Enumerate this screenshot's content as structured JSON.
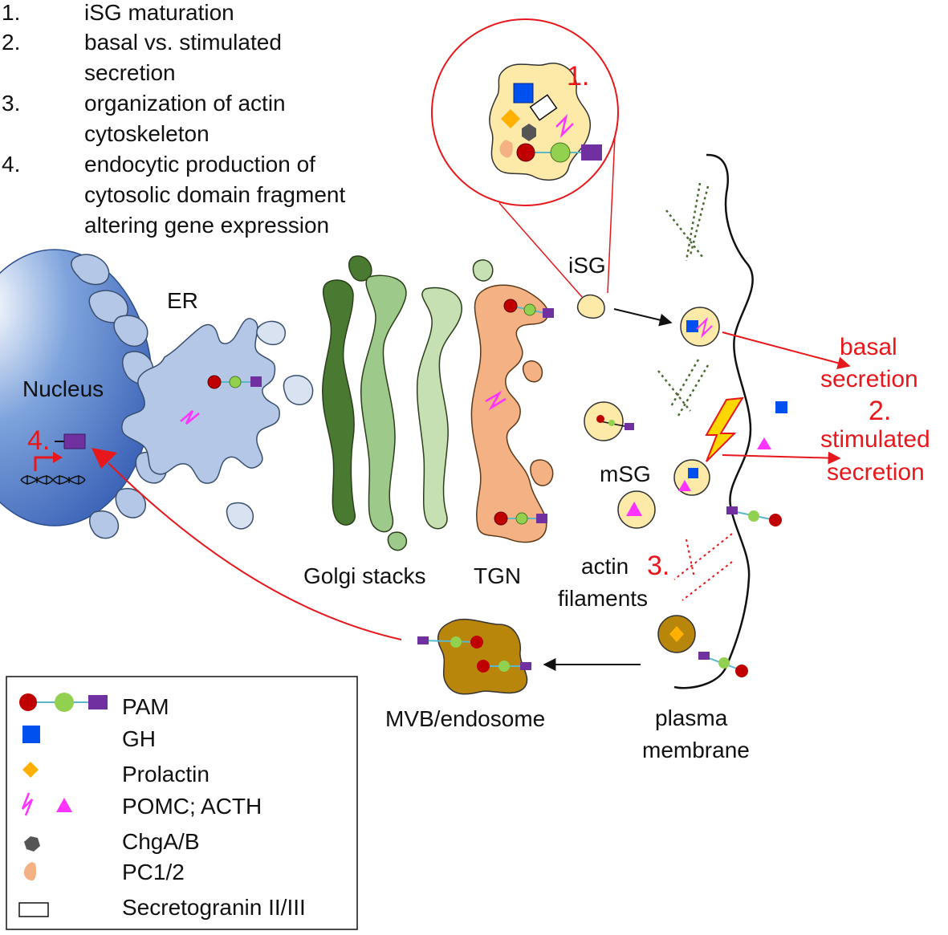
{
  "top_list": [
    {
      "number": "1.",
      "lines": [
        "iSG maturation"
      ]
    },
    {
      "number": "2.",
      "lines": [
        "basal vs. stimulated",
        "secretion"
      ]
    },
    {
      "number": "3.",
      "lines": [
        "organization of actin",
        "cytoskeleton"
      ]
    },
    {
      "number": "4.",
      "lines": [
        "endocytic production of",
        "cytosolic domain fragment",
        "altering gene expression"
      ]
    }
  ],
  "labels": {
    "nucleus": "Nucleus",
    "er": "ER",
    "golgi": "Golgi stacks",
    "tgn": "TGN",
    "isg": "iSG",
    "msg": "mSG",
    "actin": [
      "actin",
      "filaments"
    ],
    "mvb": "MVB/endosome",
    "plasma": [
      "plasma",
      "membrane"
    ],
    "basal": [
      "basal",
      "secretion"
    ],
    "stimulated": [
      "stimulated",
      "secretion"
    ]
  },
  "markers": {
    "m1": "1.",
    "m2": "2.",
    "m3": "3.",
    "m4": "4."
  },
  "legend": [
    {
      "icon": "pam-icon",
      "label": "PAM"
    },
    {
      "icon": "gh-square-icon",
      "label": "GH"
    },
    {
      "icon": "prolactin-diamond-icon",
      "label": "Prolactin"
    },
    {
      "icon": "pomc-acth-icon",
      "label": "POMC; ACTH"
    },
    {
      "icon": "chga-hexagon-icon",
      "label": "ChgA/B"
    },
    {
      "icon": "pc12-icon",
      "label": "PC1/2"
    },
    {
      "icon": "secretogranin-rect-icon",
      "label": "Secretogranin II/III"
    }
  ],
  "colors": {
    "pam_red": "#c00000",
    "pam_green": "#92d050",
    "pam_purple": "#7030a0",
    "gh_blue": "#0050f0",
    "prolactin_orange": "#ffb000",
    "pomc_magenta": "#ff33ff",
    "chga_gray": "#555555",
    "pc_peach": "#f4b183",
    "vesicle_yellow": "#fde9a8",
    "er_blue": "#b4c7e7",
    "golgi_dark": "#4a7a32",
    "golgi_mid": "#9dc98a",
    "golgi_light": "#c6e0b4",
    "tgn_peach": "#f4b183",
    "mvb_brown": "#b8860b",
    "annotation_red": "#e8171c"
  }
}
